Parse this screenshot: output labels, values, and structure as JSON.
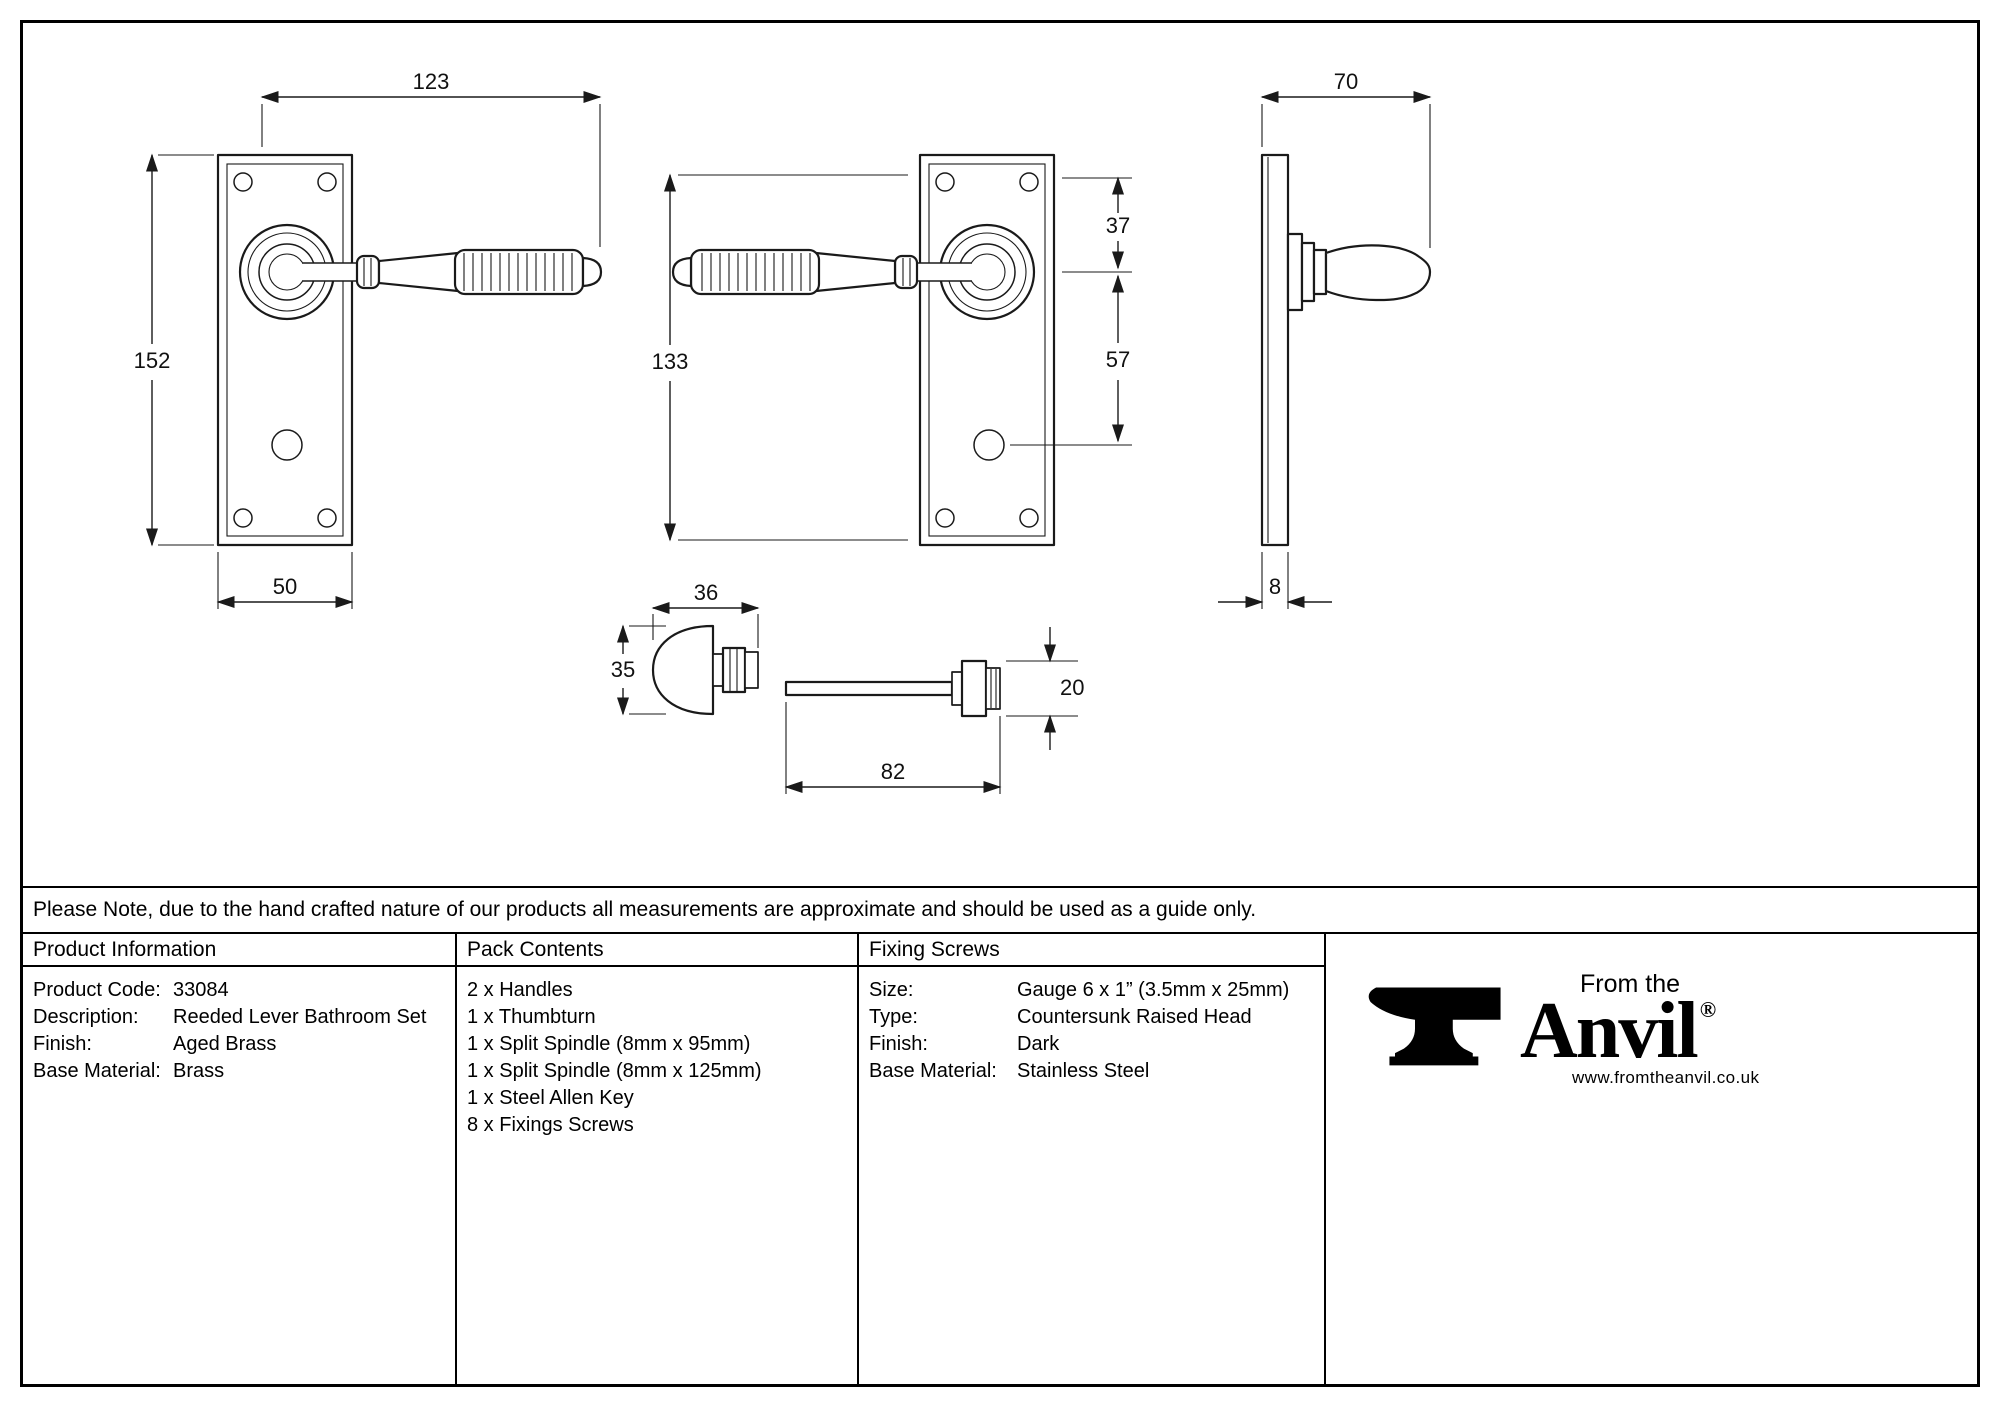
{
  "note": "Please Note, due to the hand crafted nature of our products all measurements are approximate and should be used as a guide only.",
  "columns": {
    "product_information": {
      "header": "Product Information",
      "rows": [
        {
          "label": "Product Code:",
          "value": "33084"
        },
        {
          "label": "Description:",
          "value": "Reeded Lever Bathroom Set"
        },
        {
          "label": "Finish:",
          "value": "Aged Brass"
        },
        {
          "label": "Base Material:",
          "value": "Brass"
        }
      ]
    },
    "pack_contents": {
      "header": "Pack Contents",
      "items": [
        "2 x Handles",
        "1 x Thumbturn",
        "1 x Split Spindle (8mm x 95mm)",
        "1 x Split Spindle (8mm x 125mm)",
        "1 x Steel Allen Key",
        "8 x Fixings Screws"
      ]
    },
    "fixing_screws": {
      "header": "Fixing Screws",
      "rows": [
        {
          "label": "Size:",
          "value": "Gauge 6 x 1” (3.5mm x 25mm)"
        },
        {
          "label": "Type:",
          "value": "Countersunk Raised Head"
        },
        {
          "label": "Finish:",
          "value": "Dark"
        },
        {
          "label": "Base Material:",
          "value": "Stainless Steel"
        }
      ]
    }
  },
  "logo": {
    "from_the": "From the",
    "name": "Anvil",
    "registered": "®",
    "url": "www.fromtheanvil.co.uk"
  },
  "dims": {
    "front_width": "123",
    "plate_height": "152",
    "plate_width": "50",
    "handle_span": "133",
    "top_to_centre": "37",
    "centre_to_thumbturn": "57",
    "side_projection": "70",
    "plate_thickness": "8",
    "knob_width": "36",
    "knob_height": "35",
    "spindle_length": "82",
    "release_diameter": "20"
  },
  "colors": {
    "line": "#1a1a1a",
    "background": "#ffffff"
  }
}
